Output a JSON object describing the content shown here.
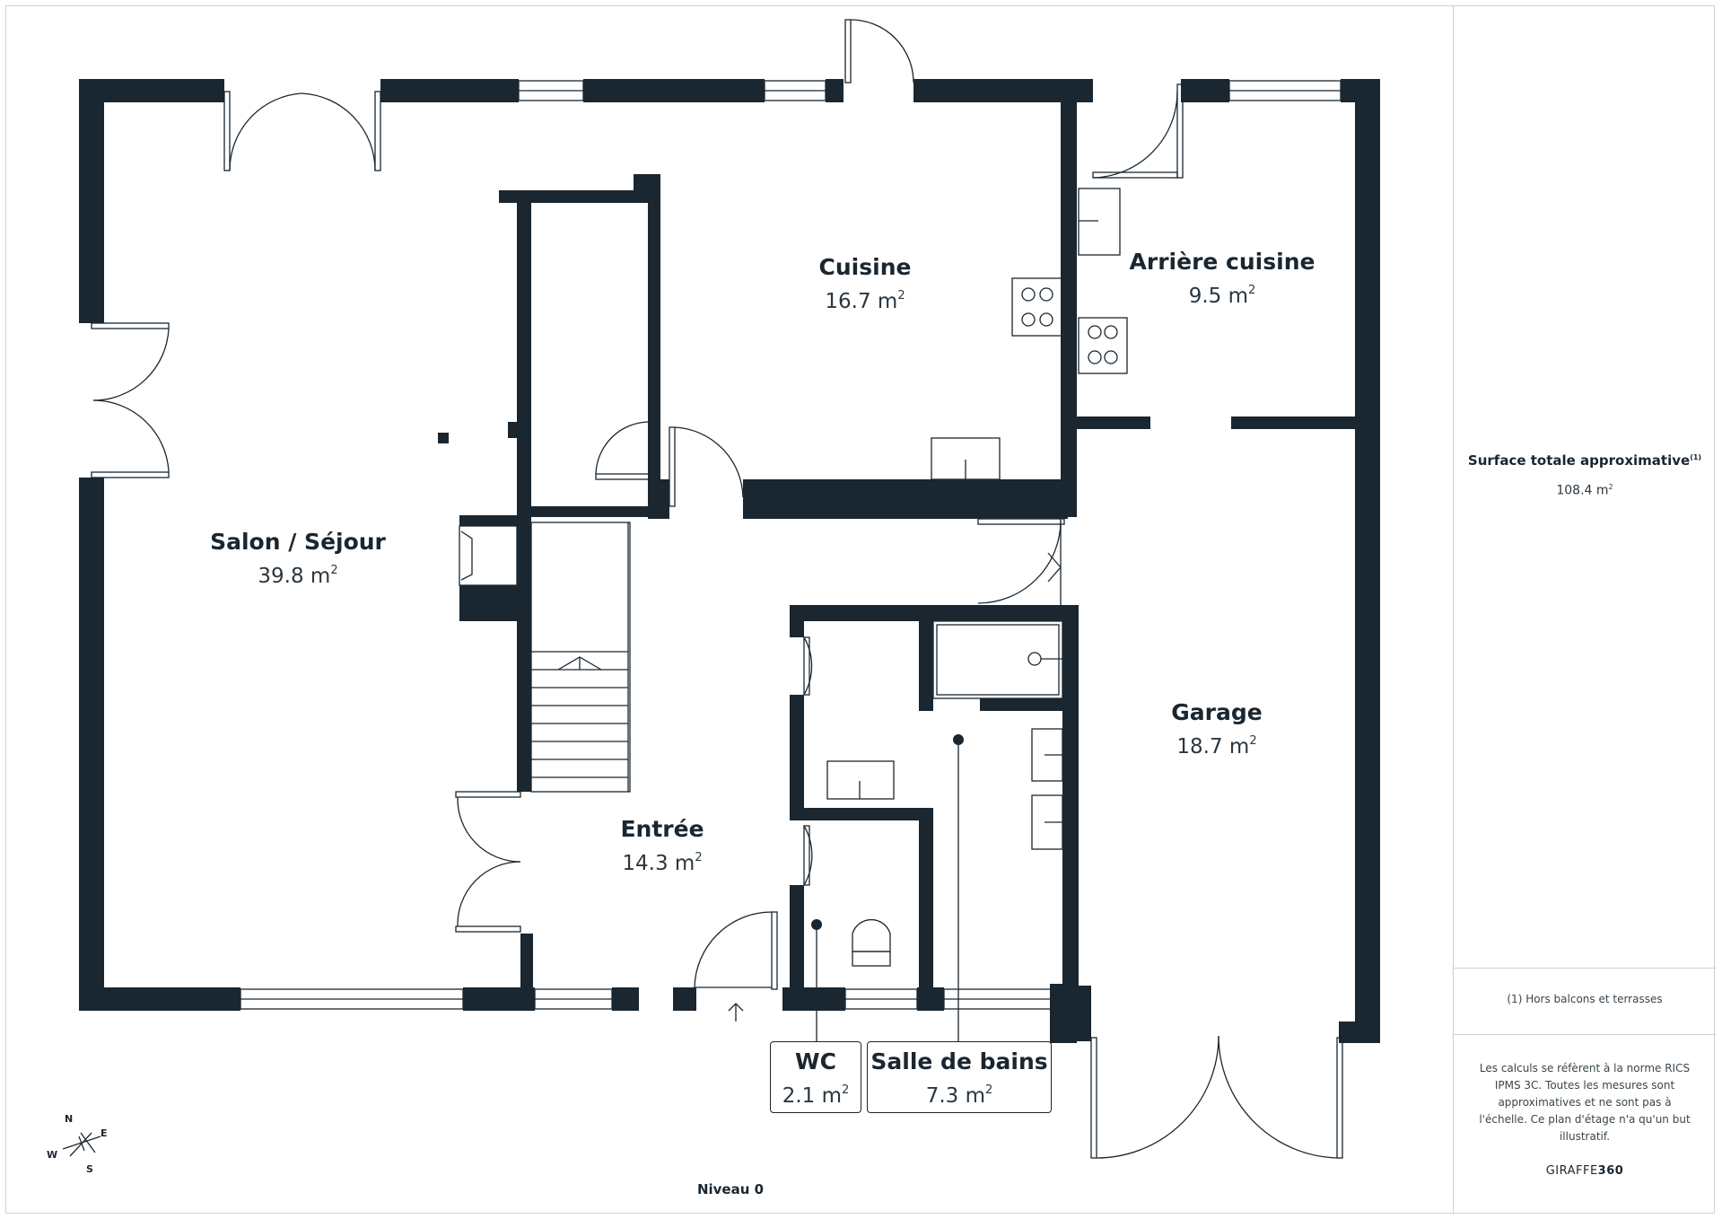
{
  "rooms": {
    "salon": {
      "name": "Salon / Séjour",
      "area": "39.8 m",
      "unit_sup": "2"
    },
    "cuisine": {
      "name": "Cuisine",
      "area": "16.7 m",
      "unit_sup": "2"
    },
    "arriere": {
      "name": "Arrière cuisine",
      "area": "9.5 m",
      "unit_sup": "2"
    },
    "entree": {
      "name": "Entrée",
      "area": "14.3 m",
      "unit_sup": "2"
    },
    "garage": {
      "name": "Garage",
      "area": "18.7 m",
      "unit_sup": "2"
    },
    "wc": {
      "name": "WC",
      "area": "2.1 m",
      "unit_sup": "2"
    },
    "sdb": {
      "name": "Salle de bains",
      "area": "7.3 m",
      "unit_sup": "2"
    }
  },
  "level": "Niveau 0",
  "compass": {
    "n": "N",
    "e": "E",
    "s": "S",
    "w": "W"
  },
  "sidebar": {
    "title": "Surface totale approximative",
    "title_note": "(1)",
    "total": "108.4 m",
    "total_sup": "2",
    "footnote": "(1) Hors balcons et terrasses",
    "notice": "Les calculs se réfèrent à la norme RICS IPMS 3C. Toutes les mesures sont approximatives et ne sont pas à l'échelle. Ce plan d'étage n'a qu'un but illustratif.",
    "brand_a": "GIRAFFE",
    "brand_b": "360"
  },
  "colors": {
    "wall": "#1a2630",
    "line": "#1a2630",
    "background": "#ffffff"
  }
}
